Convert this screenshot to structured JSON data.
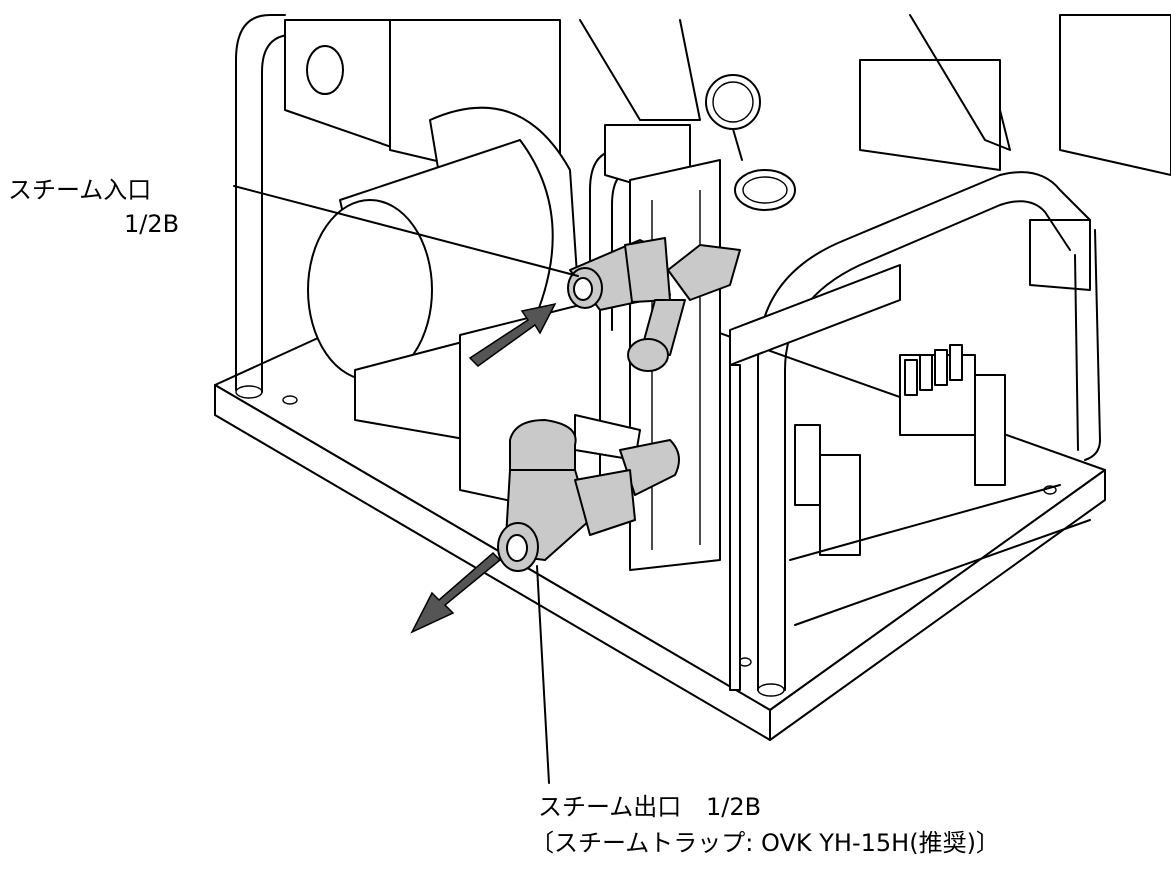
{
  "labels": {
    "inlet_title": "スチーム入口",
    "inlet_size": "1/2B",
    "outlet_title": "スチーム出口",
    "outlet_size": "1/2B",
    "outlet_note": "〔スチームトラップ: OVK YH-15H(推奨)〕"
  },
  "colors": {
    "line": "#000000",
    "fitting_fill": "#c9c9c9",
    "arrow_fill": "#555555",
    "background": "#ffffff"
  }
}
